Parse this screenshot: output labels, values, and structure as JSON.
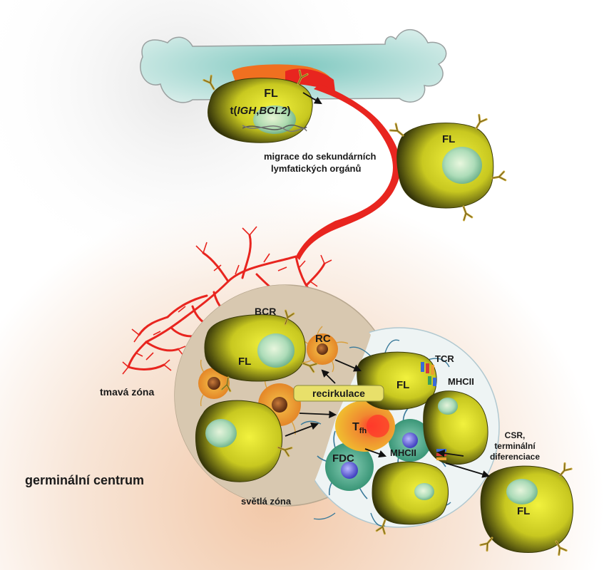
{
  "labels": {
    "fl_top": "FL",
    "translocation_prefix": "t(",
    "translocation_gene1": "IGH",
    "translocation_sep": ",",
    "translocation_gene2": "BCL2",
    "translocation_suffix": ")",
    "migration_line1": "migrace do sekundárních",
    "migration_line2": "lymfatických orgánů",
    "fl_migrating": "FL",
    "bcr": "BCR",
    "fl_dark_zone": "FL",
    "rc": "RC",
    "dark_zone": "tmavá zóna",
    "recirculation": "recirkulace",
    "tfh_main": "T",
    "tfh_sub": "fh",
    "fl_light_zone": "FL",
    "tcr": "TCR",
    "mhcii_top": "MHCII",
    "fdc": "FDC",
    "mhcii_bottom": "MHCII",
    "csr_line1": "CSR,",
    "csr_line2": "terminální",
    "csr_line3": "diferenciace",
    "fl_exit": "FL",
    "germinal_center": "germinální centrum",
    "light_zone": "světlá zóna"
  },
  "colors": {
    "bone": "#b9e0dc",
    "vessel": "#e8251f",
    "cell_olive": "#9a9a12",
    "cell_yellow": "#e8e838",
    "nucleus": "#a8dcc8",
    "dark_zone_fill": "#d8c8b0",
    "light_zone_fill": "#e8f0f0",
    "recirc_box": "#e8e06a",
    "tfh": "#f08a30",
    "fdc": "#3a9a6e",
    "fdc_nucleus": "#6a6ad8"
  }
}
